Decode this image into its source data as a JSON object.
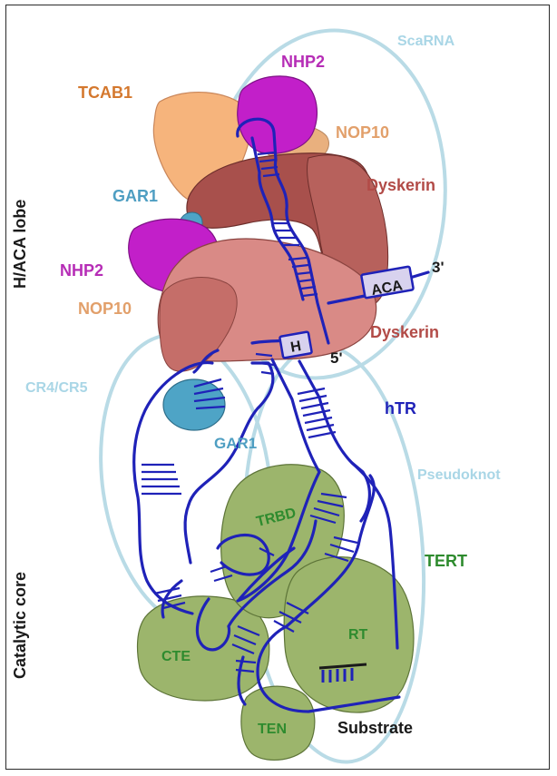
{
  "side_labels": {
    "haca_lobe": "H/ACA lobe",
    "catalytic_core": "Catalytic core"
  },
  "labels": {
    "scarna": "ScaRNA",
    "tcab1": "TCAB1",
    "nhp2_top": "NHP2",
    "nop10_top": "NOP10",
    "dyskerin_top": "Dyskerin",
    "gar1_top": "GAR1",
    "nhp2_bottom": "NHP2",
    "nop10_bottom": "NOP10",
    "dyskerin_bottom": "Dyskerin",
    "three_prime": "3'",
    "aca_box": "ACA",
    "h_box": "H",
    "five_prime": "5'",
    "cr4cr5": "CR4/CR5",
    "htr": "hTR",
    "gar1_bottom": "GAR1",
    "pseudoknot": "Pseudoknot",
    "trbd": "TRBD",
    "tert": "TERT",
    "cte": "CTE",
    "rt": "RT",
    "ten": "TEN",
    "substrate": "Substrate"
  },
  "colors": {
    "rna": "#1f22b8",
    "outline_light": "#b9dbe6",
    "tcab1": "#f6b47c",
    "tcab1_text": "#d4782e",
    "nhp2": "#c21fc9",
    "nhp2_text": "#b62db6",
    "nop10": "#e9b07e",
    "nop10_text": "#e2a06b",
    "dyskerin_dark": "#a8504c",
    "dyskerin_light": "#d98a86",
    "dyskerin_text": "#b24b47",
    "gar1": "#4ea4c6",
    "gar1_text": "#4e9ec2",
    "tert": "#9cb56c",
    "tert_text": "#2e8b2e",
    "light_text": "#a9d6e6",
    "box_fill": "#d8d2ee"
  }
}
